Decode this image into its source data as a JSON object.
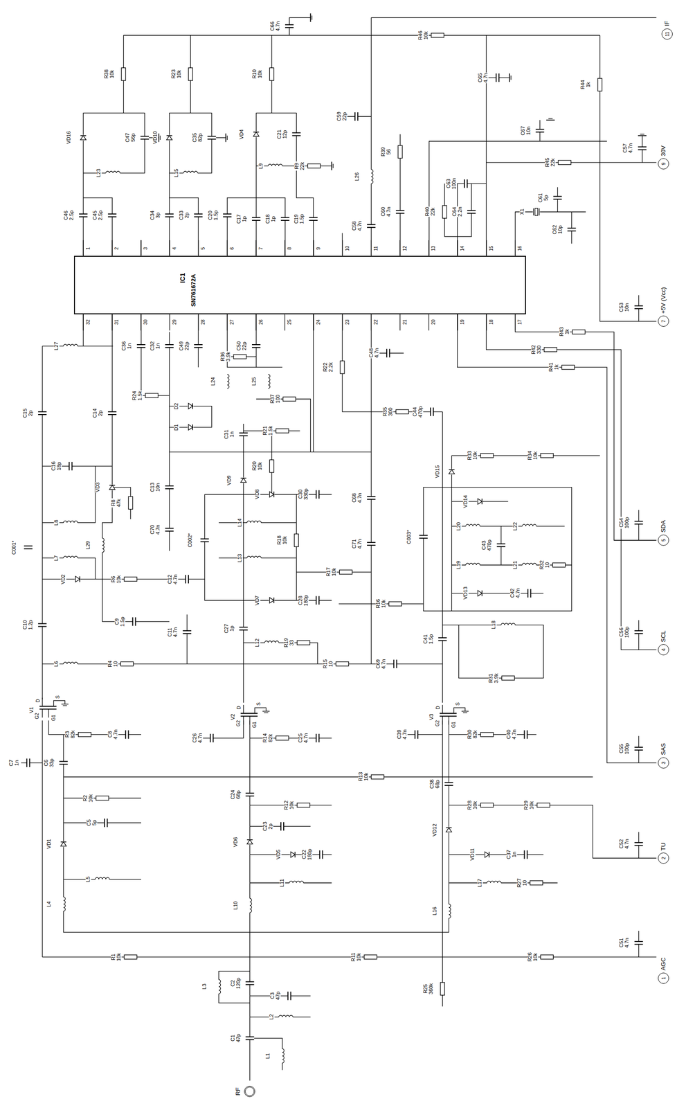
{
  "diagram": {
    "nodes": [
      {
        "text": [
          "IC1",
          "SN761672A"
        ]
      },
      {
        "text": [
          "RF"
        ]
      },
      {
        "text": [
          "1",
          "AGC"
        ]
      },
      {
        "text": [
          "2",
          "TU"
        ]
      },
      {
        "text": [
          "3",
          "SAS"
        ]
      },
      {
        "text": [
          "4",
          "SCL"
        ]
      },
      {
        "text": [
          "5",
          "SDA"
        ]
      },
      {
        "text": [
          "7",
          "+5V (Vcc)"
        ]
      },
      {
        "text": [
          "9",
          "30V"
        ]
      },
      {
        "text": [
          "11",
          "IF"
        ]
      }
    ],
    "labels": [
      "C66 4.7n",
      "R38 10k",
      "R23 10k",
      "R10 10k",
      "R46 10k",
      "C65 4.7n",
      "R44 1k",
      "C59 22p",
      "L26",
      "R39 56",
      "C58 4.7n",
      "C60 4.7n",
      "C67 10n",
      "C57 4.7n",
      "R45 22k",
      "C63 100n",
      "R40 22k",
      "C64 2.2n",
      "C61 5p",
      "X1",
      "C62 10p",
      "VD16",
      "C47 56p",
      "L23",
      "VD10",
      "C35 82p",
      "L15",
      "VD4",
      "C21 12p",
      "L9",
      "R9 22k",
      "C46 2.5p",
      "C45 2.5p",
      "C34 3p",
      "C33 2p",
      "C20 1.5p",
      "C17 1p",
      "C18 1p",
      "C19 1.5p",
      "C36 1n",
      "C32 1n",
      "C49 22p",
      "R36 3.9k",
      "C50 22p",
      "L24",
      "L25",
      "R37 100",
      "R24 1.5k",
      "D2",
      "D1",
      "R22 2.2k",
      "C48 4.7n",
      "R35 300",
      "C44 470p",
      "R41 1k",
      "R42 330",
      "R43 1k",
      "C53 10n",
      "C15 2p",
      "C14 2p",
      "L27",
      "C31 1n",
      "R21 1.5k",
      "R20 10k",
      "VD9",
      "VD8",
      "C30 330p",
      "C16 18p",
      "L8",
      "VD3",
      "R8 47k",
      "C13 10n",
      "C70 4.7n",
      "L29",
      "C001*",
      "L7",
      "VD2",
      "R6 10k",
      "C12 4.7n",
      "C9 1.5p",
      "C10 1.2p",
      "L14",
      "L13",
      "C002*",
      "R18 10k",
      "VD7",
      "C28 180p",
      "R17 10k",
      "C68 4.7n",
      "C71 4.7n",
      "R16 10k",
      "C11 4.7n",
      "C27 1p",
      "L12",
      "R19 33",
      "L6",
      "R4 10",
      "R15 10",
      "C69 4.7n",
      "VD15",
      "R33 10k",
      "R34 10k",
      "VD14",
      "L20",
      "L22",
      "C003*",
      "L19",
      "C43 470p",
      "L21",
      "R32 10",
      "VD13",
      "C42 4.7n",
      "C54 100p",
      "C41 1.5p",
      "L18",
      "R31 3.9k",
      "C56 100p",
      "V1",
      "V2",
      "V3",
      "R3 82k",
      "C8 4.7n",
      "C7 1n",
      "C6 33p",
      "C26 4.7n",
      "R14 82k",
      "C25 4.7n",
      "C39 4.7n",
      "R30 82k",
      "C40 4.7n",
      "C55 100p",
      "R13 10k",
      "R2 10k",
      "C5 5p",
      "C24 68p",
      "R12 10k",
      "C23 2p",
      "VD6",
      "VD5",
      "C22 180p",
      "VD1",
      "C38 68p",
      "R28 10k",
      "R29 10k",
      "VD12",
      "VD11",
      "C37 1n",
      "C52 4.7n",
      "L5",
      "L4",
      "L10",
      "L11",
      "L17",
      "R27 10",
      "L16",
      "R1 10k",
      "R11 10k",
      "R26 10k",
      "C51 4.7n",
      "L3",
      "C2 120p",
      "C3 47p",
      "R25 360k",
      "L2",
      "C1 47p",
      "L1",
      "1",
      "2",
      "3",
      "4",
      "5",
      "6",
      "7",
      "8",
      "9",
      "10",
      "11",
      "12",
      "13",
      "14",
      "15",
      "16",
      "17",
      "18",
      "19",
      "20",
      "21",
      "22",
      "23",
      "24",
      "25",
      "26",
      "27",
      "28",
      "29",
      "30",
      "31",
      "32",
      "D",
      "S",
      "G2",
      "G1",
      "D",
      "S",
      "G2",
      "G1",
      "D",
      "S",
      "G2",
      "G1"
    ]
  }
}
